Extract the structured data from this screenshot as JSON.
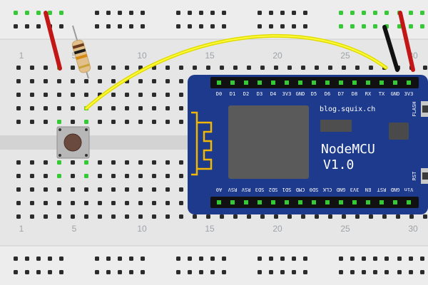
{
  "breadboard": {
    "column_numbers_top": [
      "1",
      "5",
      "10",
      "15",
      "20",
      "25",
      "30"
    ],
    "column_numbers_bottom": [
      "1",
      "5",
      "10",
      "15",
      "20",
      "25",
      "30"
    ]
  },
  "nodemcu": {
    "url": "blog.squix.ch",
    "title_line1": "NodeMCU",
    "title_line2": "V1.0",
    "flash_label": "FLASH",
    "rst_label": "RST",
    "top_pins": [
      "D0",
      "D1",
      "D2",
      "D3",
      "D4",
      "3V3",
      "GND",
      "D5",
      "D6",
      "D7",
      "D8",
      "RX",
      "TX",
      "GND",
      "3V3"
    ],
    "bottom_pins": [
      "A0",
      "RSV",
      "RSV",
      "SD3",
      "SD2",
      "SD1",
      "CMD",
      "SD0",
      "CLK",
      "GND",
      "3V3",
      "EN",
      "RST",
      "GND",
      "Vin"
    ]
  },
  "colors": {
    "board": "#e6e6e6",
    "strip": "#f2f2f2",
    "hole": "#2b2b2b",
    "connected_hole": "#35c935",
    "mcu_board": "#1d3a8c",
    "yellow_wire": "#f4f000",
    "red_wire": "#d41a1a",
    "black_wire": "#111111"
  }
}
